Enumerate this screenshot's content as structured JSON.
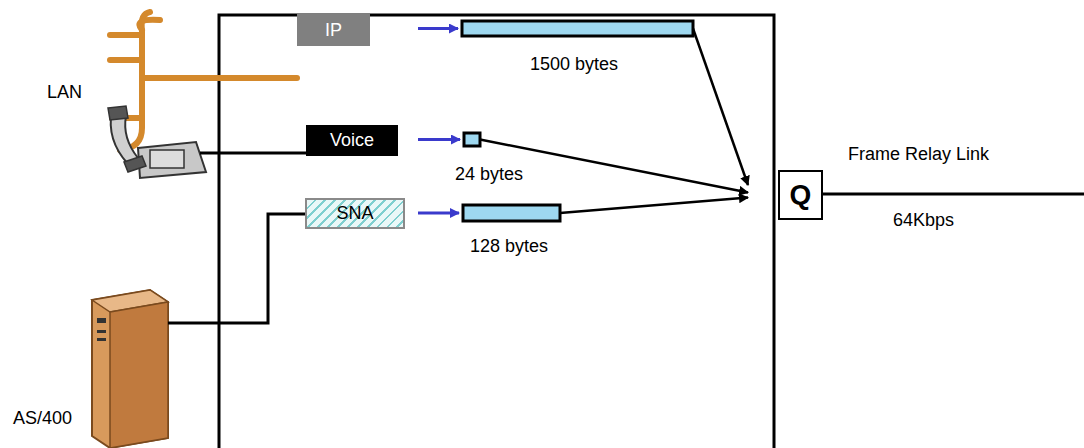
{
  "diagram": {
    "nodes": [
      {
        "text": [
          "IP"
        ]
      },
      {
        "text": [
          "Voice"
        ]
      },
      {
        "text": [
          "SNA"
        ]
      },
      {
        "text": [
          "Q"
        ]
      }
    ],
    "edges": [
      {
        "from": 0,
        "to": 3,
        "arrow": "to"
      },
      {
        "from": 1,
        "to": 3,
        "arrow": "to"
      },
      {
        "from": 2,
        "to": 3,
        "arrow": "to"
      }
    ],
    "labels": [
      "LAN",
      "1500 bytes",
      "24 bytes",
      "128 bytes",
      "Frame Relay Link",
      "64Kbps",
      "AS/400"
    ]
  }
}
